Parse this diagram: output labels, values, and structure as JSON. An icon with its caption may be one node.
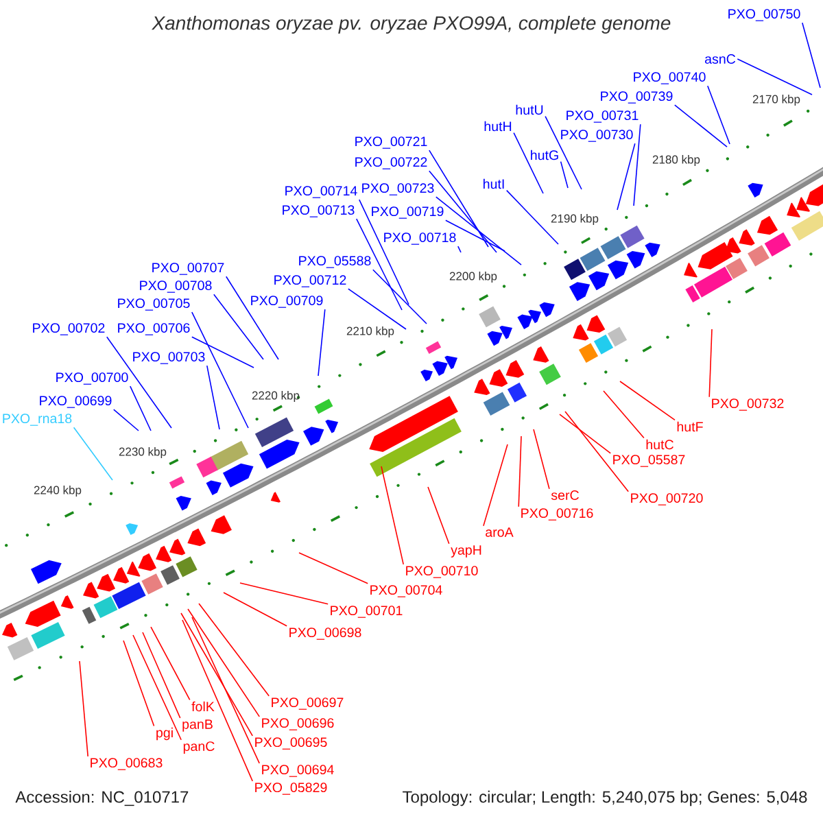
{
  "diagram": {
    "title": "Xanthomonas oryzae pv. oryzae PXO99A, complete genome",
    "nodes": [
      {
        "text": [
          "PXO_00750"
        ]
      },
      {
        "text": [
          "asnC"
        ]
      },
      {
        "text": [
          "PXO_00740"
        ]
      },
      {
        "text": [
          "PXO_00739"
        ]
      },
      {
        "text": [
          "hutU"
        ]
      },
      {
        "text": [
          "PXO_00731"
        ]
      },
      {
        "text": [
          "hutH"
        ]
      },
      {
        "text": [
          "PXO_00730"
        ]
      },
      {
        "text": [
          "PXO_00721"
        ]
      },
      {
        "text": [
          "hutG"
        ]
      },
      {
        "text": [
          "PXO_00722"
        ]
      },
      {
        "text": [
          "hutI"
        ]
      },
      {
        "text": [
          "PXO_00723"
        ]
      },
      {
        "text": [
          "PXO_00714"
        ]
      },
      {
        "text": [
          "PXO_00713"
        ]
      },
      {
        "text": [
          "PXO_00719"
        ]
      },
      {
        "text": [
          "PXO_00718"
        ]
      },
      {
        "text": [
          "PXO_05588"
        ]
      },
      {
        "text": [
          "PXO_00707"
        ]
      },
      {
        "text": [
          "PXO_00712"
        ]
      },
      {
        "text": [
          "PXO_00708"
        ]
      },
      {
        "text": [
          "PXO_00709"
        ]
      },
      {
        "text": [
          "PXO_00705"
        ]
      },
      {
        "text": [
          "PXO_00702"
        ]
      },
      {
        "text": [
          "PXO_00706"
        ]
      },
      {
        "text": [
          "PXO_00703"
        ]
      },
      {
        "text": [
          "PXO_00700"
        ]
      },
      {
        "text": [
          "PXO_00699"
        ]
      },
      {
        "text": [
          "PXO_rna18"
        ]
      },
      {
        "text": [
          "PXO_00732"
        ]
      },
      {
        "text": [
          "hutF"
        ]
      },
      {
        "text": [
          "hutC"
        ]
      },
      {
        "text": [
          "PXO_05587"
        ]
      },
      {
        "text": [
          "PXO_00720"
        ]
      },
      {
        "text": [
          "serC"
        ]
      },
      {
        "text": [
          "PXO_00716"
        ]
      },
      {
        "text": [
          "aroA"
        ]
      },
      {
        "text": [
          "yapH"
        ]
      },
      {
        "text": [
          "PXO_00710"
        ]
      },
      {
        "text": [
          "PXO_00704"
        ]
      },
      {
        "text": [
          "PXO_00701"
        ]
      },
      {
        "text": [
          "PXO_00698"
        ]
      },
      {
        "text": [
          "PXO_00697"
        ]
      },
      {
        "text": [
          "folK"
        ]
      },
      {
        "text": [
          "PXO_00696"
        ]
      },
      {
        "text": [
          "panB"
        ]
      },
      {
        "text": [
          "pgi"
        ]
      },
      {
        "text": [
          "PXO_00695"
        ]
      },
      {
        "text": [
          "panC"
        ]
      },
      {
        "text": [
          "PXO_00683"
        ]
      },
      {
        "text": [
          "PXO_00694"
        ]
      },
      {
        "text": [
          "PXO_05829"
        ]
      }
    ],
    "edges": [
      {
        "from": 0,
        "to": null,
        "arrow": "none"
      },
      {
        "from": 1,
        "to": null,
        "arrow": "none"
      },
      {
        "from": 2,
        "to": null,
        "arrow": "none"
      },
      {
        "from": 3,
        "to": null,
        "arrow": "none"
      },
      {
        "from": 4,
        "to": null,
        "arrow": "none"
      },
      {
        "from": 5,
        "to": null,
        "arrow": "none"
      },
      {
        "from": 6,
        "to": null,
        "arrow": "none"
      },
      {
        "from": 7,
        "to": null,
        "arrow": "none"
      },
      {
        "from": 8,
        "to": null,
        "arrow": "none"
      },
      {
        "from": 9,
        "to": null,
        "arrow": "none"
      },
      {
        "from": 10,
        "to": null,
        "arrow": "none"
      },
      {
        "from": 11,
        "to": null,
        "arrow": "none"
      },
      {
        "from": 12,
        "to": null,
        "arrow": "none"
      },
      {
        "from": 13,
        "to": null,
        "arrow": "none"
      },
      {
        "from": 14,
        "to": null,
        "arrow": "none"
      },
      {
        "from": 15,
        "to": null,
        "arrow": "none"
      },
      {
        "from": 16,
        "to": null,
        "arrow": "none"
      },
      {
        "from": 17,
        "to": null,
        "arrow": "none"
      },
      {
        "from": 18,
        "to": null,
        "arrow": "none"
      },
      {
        "from": 19,
        "to": null,
        "arrow": "none"
      },
      {
        "from": 20,
        "to": null,
        "arrow": "none"
      },
      {
        "from": 21,
        "to": null,
        "arrow": "none"
      },
      {
        "from": 22,
        "to": null,
        "arrow": "none"
      },
      {
        "from": 23,
        "to": null,
        "arrow": "none"
      },
      {
        "from": 24,
        "to": null,
        "arrow": "none"
      },
      {
        "from": 25,
        "to": null,
        "arrow": "none"
      },
      {
        "from": 26,
        "to": null,
        "arrow": "none"
      },
      {
        "from": 27,
        "to": null,
        "arrow": "none"
      },
      {
        "from": 28,
        "to": null,
        "arrow": "none",
        "color": "#33ccff"
      },
      {
        "from": 29,
        "to": null,
        "arrow": "none",
        "color": "#ff0000"
      },
      {
        "from": 30,
        "to": null,
        "arrow": "none",
        "color": "#ff0000"
      },
      {
        "from": 31,
        "to": null,
        "arrow": "none",
        "color": "#ff0000"
      },
      {
        "from": 32,
        "to": null,
        "arrow": "none",
        "color": "#ff0000"
      },
      {
        "from": 33,
        "to": null,
        "arrow": "none",
        "color": "#ff0000"
      },
      {
        "from": 34,
        "to": null,
        "arrow": "none",
        "color": "#ff0000"
      },
      {
        "from": 35,
        "to": null,
        "arrow": "none",
        "color": "#ff0000"
      },
      {
        "from": 36,
        "to": null,
        "arrow": "none",
        "color": "#ff0000"
      },
      {
        "from": 37,
        "to": null,
        "arrow": "none",
        "color": "#ff0000"
      },
      {
        "from": 38,
        "to": null,
        "arrow": "none",
        "color": "#ff0000"
      },
      {
        "from": 39,
        "to": null,
        "arrow": "none",
        "color": "#ff0000"
      },
      {
        "from": 40,
        "to": null,
        "arrow": "none",
        "color": "#ff0000"
      },
      {
        "from": 41,
        "to": null,
        "arrow": "none",
        "color": "#ff0000"
      },
      {
        "from": 42,
        "to": null,
        "arrow": "none",
        "color": "#ff0000"
      },
      {
        "from": 43,
        "to": null,
        "arrow": "none",
        "color": "#ff0000"
      },
      {
        "from": 44,
        "to": null,
        "arrow": "none",
        "color": "#ff0000"
      },
      {
        "from": 45,
        "to": null,
        "arrow": "none",
        "color": "#ff0000"
      },
      {
        "from": 46,
        "to": null,
        "arrow": "none",
        "color": "#ff0000"
      },
      {
        "from": 47,
        "to": null,
        "arrow": "none",
        "color": "#ff0000"
      },
      {
        "from": 48,
        "to": null,
        "arrow": "none",
        "color": "#ff0000"
      },
      {
        "from": 49,
        "to": null,
        "arrow": "none",
        "color": "#ff0000"
      },
      {
        "from": 50,
        "to": null,
        "arrow": "none",
        "color": "#ff0000"
      },
      {
        "from": 51,
        "to": null,
        "arrow": "none",
        "color": "#ff0000"
      }
    ],
    "labels": [
      "2170 kbp",
      "2180 kbp",
      "2190 kbp",
      "2200 kbp",
      "2210 kbp",
      "2220 kbp",
      "2230 kbp",
      "2240 kbp",
      "Accession: NC_010717",
      "Topology: circular; Length: 5,240,075 bp; Genes: 5,048"
    ]
  }
}
